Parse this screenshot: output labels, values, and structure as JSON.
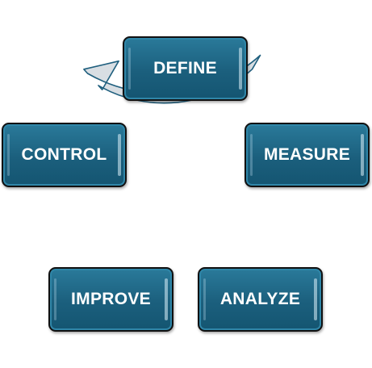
{
  "diagram": {
    "type": "cycle",
    "colors": {
      "node_fill": "#1b5f7d",
      "node_border": "#111111",
      "ring_fill": "#d8dee3",
      "ring_stroke": "#1f5f7e"
    },
    "nodes": [
      {
        "id": "define",
        "label": "DEFINE"
      },
      {
        "id": "measure",
        "label": "MEASURE"
      },
      {
        "id": "analyze",
        "label": "ANALYZE"
      },
      {
        "id": "improve",
        "label": "IMPROVE"
      },
      {
        "id": "control",
        "label": "CONTROL"
      }
    ],
    "flow": [
      "define",
      "measure",
      "analyze",
      "improve",
      "control",
      "define"
    ]
  }
}
